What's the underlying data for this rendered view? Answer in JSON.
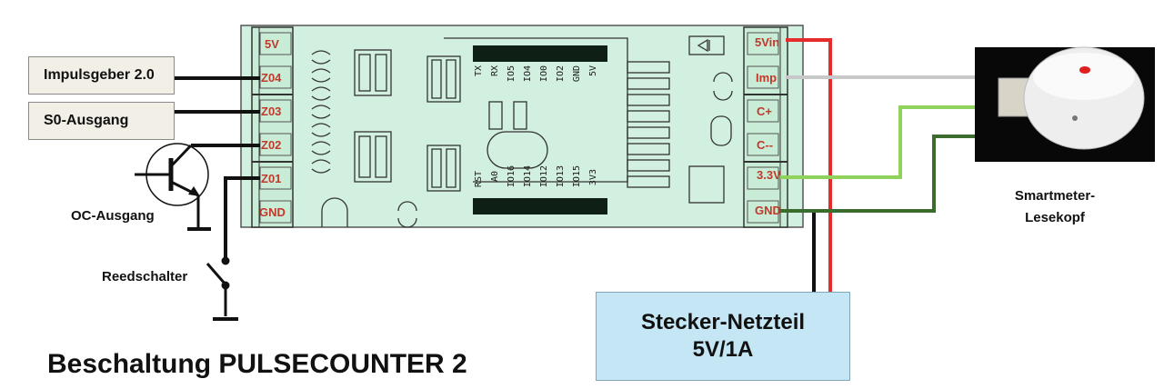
{
  "title": "Beschaltung PULSECOUNTER 2",
  "left_terminals": [
    "5V",
    "Z04",
    "Z03",
    "Z02",
    "Z01",
    "GND"
  ],
  "right_terminals": [
    "5Vin",
    "Imp",
    "C+",
    "C--",
    "3.3V",
    "GND"
  ],
  "inputs": {
    "impulsgeber": "Impulsgeber 2.0",
    "s0": "S0-Ausgang",
    "oc": "OC-Ausgang",
    "reed": "Reedschalter"
  },
  "pcb_top_pins": [
    "TX",
    "RX",
    "IO5",
    "IO4",
    "IO0",
    "IO2",
    "GND",
    "5V"
  ],
  "pcb_bottom_pins": [
    "RST",
    "A0",
    "IO16",
    "IO14",
    "IO12",
    "IO13",
    "IO15",
    "3V3"
  ],
  "psu": {
    "line1": "Stecker-Netzteil",
    "line2": "5V/1A"
  },
  "sensor": {
    "line1": "Smartmeter-",
    "line2": "Lesekopf"
  },
  "colors": {
    "board": "#d2f0df",
    "power_wire": "#e52b2b",
    "imp_wire": "#c8c8c8",
    "light_green": "#8fd35c",
    "dark_green": "#3c6b2e",
    "label_red": "#c0392b"
  }
}
